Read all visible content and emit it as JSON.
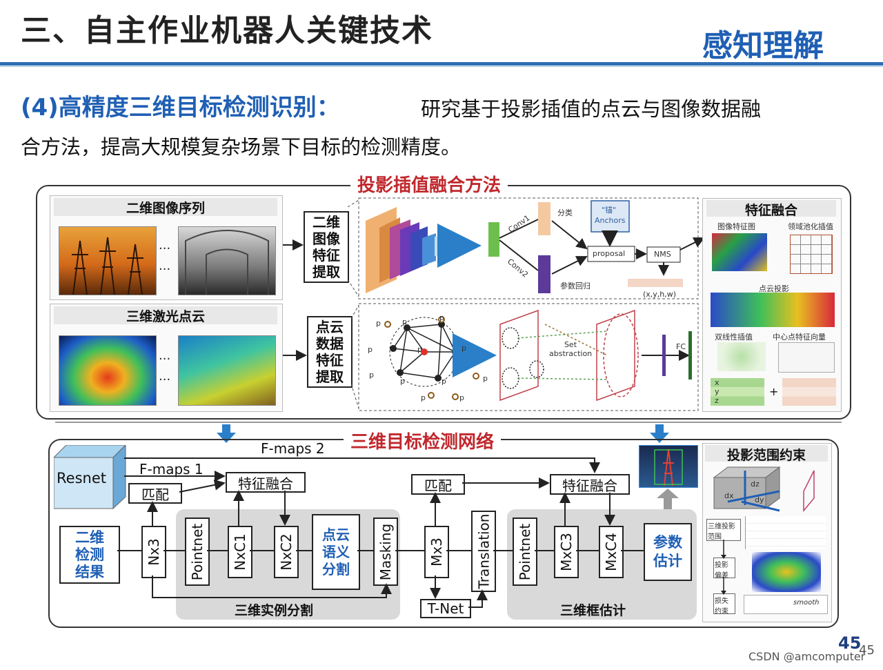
{
  "header": {
    "title": "三、自主作业机器人关键技术",
    "section_tag": "感知理解"
  },
  "intro": {
    "heading": "(4)高精度三维目标检测识别：",
    "desc_line1": "研究基于投影插值的点云与图像数据融",
    "desc_line2": "合方法，提高大规模复杂场景下目标的检测精度。"
  },
  "top_section": {
    "title": "投影插值融合方法",
    "panel_2d": "二维图像序列",
    "panel_3d": "三维激光点云",
    "ellipsis": "...",
    "box_2d_feature": "二维图像特征提取",
    "box_pc_feature": "点云数据特征提取",
    "conv1": "Conv1",
    "conv2": "Conv2",
    "classify": "分类",
    "anchor_q": "\"锚\"",
    "anchors": "Anchors",
    "proposal": "proposal",
    "nms": "NMS",
    "param_regress": "参数回归",
    "xywh": "(x,y,h,w)",
    "set_abstraction": "Set abstraction",
    "fc": "FC",
    "p_labels": [
      "p",
      "p",
      "p",
      "p",
      "p",
      "p",
      "p",
      "p",
      "p",
      "p",
      "p",
      "p"
    ],
    "fusion_panel": "特征融合",
    "img_feature_map": "图像特征图",
    "region_pool": "领域池化插值",
    "pc_projection": "点云投影",
    "bilinear": "双线性插值",
    "center_vec": "中心点特征向量",
    "xyz": [
      "x",
      "y",
      "z"
    ],
    "plus": "+"
  },
  "bottom_section": {
    "title": "三维目标检测网络",
    "fmaps2": "F-maps 2",
    "fmaps1": "F-maps 1",
    "resnet": "Resnet",
    "match1": "匹配",
    "fusion1": "特征融合",
    "match2": "匹配",
    "fusion2": "特征融合",
    "result_2d": "二维检测结果",
    "nx3": "Nx3",
    "pointnet1": "Pointnet",
    "nxc1": "NxC1",
    "nxc2": "NxC2",
    "semantic_seg": "点云语义分割",
    "masking": "Masking",
    "mx3": "Mx3",
    "translation": "Translation",
    "tnet": "T-Net",
    "pointnet2": "Pointnet",
    "mxc3": "MxC3",
    "mxc4": "MxC4",
    "param_est": "参数估计",
    "instance_seg": "三维实例分割",
    "box_est": "三维框估计",
    "constraint_panel": "投影范围约束",
    "dz": "dz",
    "dx": "dx",
    "dy": "dy",
    "proj_range": "三维投影范围",
    "proj_bias": "投影偏差",
    "loss_constraint": "损失约束",
    "smooth": "smooth"
  },
  "footer": {
    "page_num_big": "45",
    "page_num_small": "45",
    "watermark": "CSDN @amcomputer"
  }
}
